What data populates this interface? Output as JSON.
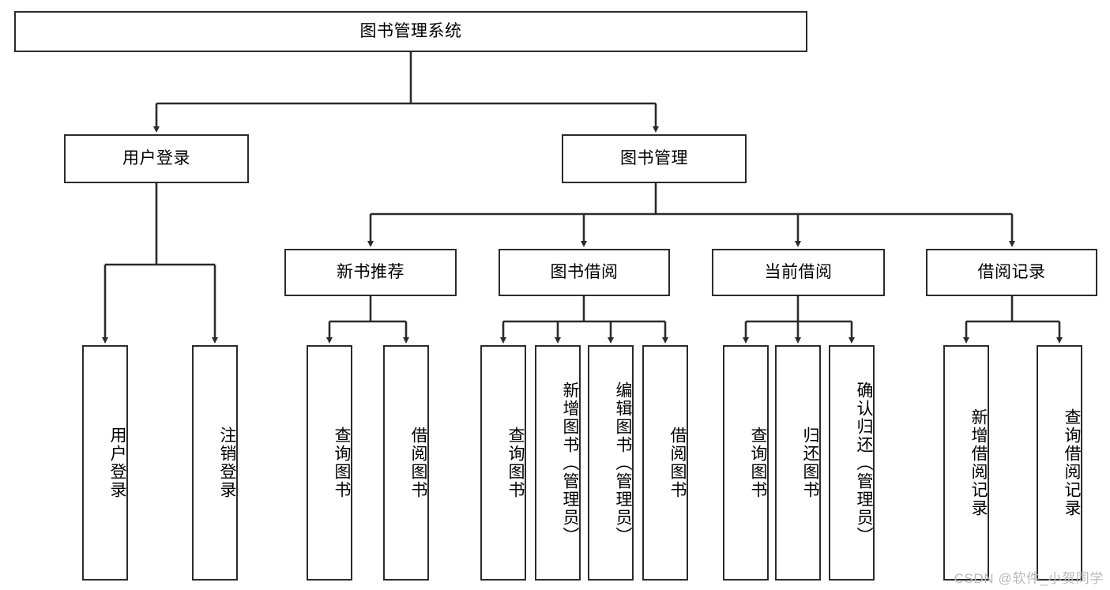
{
  "diagram": {
    "type": "tree",
    "title": "图书管理系统",
    "orientation": "top-down",
    "levels": 4,
    "nodes": {
      "root": {
        "label": "图书管理系统"
      },
      "level2": [
        {
          "id": "user-login",
          "label": "用户登录"
        },
        {
          "id": "book-management",
          "label": "图书管理"
        }
      ],
      "level3": [
        {
          "id": "new-book-recommend",
          "label": "新书推荐"
        },
        {
          "id": "book-borrow",
          "label": "图书借阅"
        },
        {
          "id": "current-borrow",
          "label": "当前借阅"
        },
        {
          "id": "borrow-record",
          "label": "借阅记录"
        }
      ],
      "leaves": {
        "user_login": [
          {
            "id": "leaf-user-login",
            "label": "用户登录"
          },
          {
            "id": "leaf-logout",
            "label": "注销登录"
          }
        ],
        "new_book_recommend": [
          {
            "id": "leaf-query-book-1",
            "label": "查询图书"
          },
          {
            "id": "leaf-borrow-book-1",
            "label": "借阅图书"
          }
        ],
        "book_borrow": [
          {
            "id": "leaf-query-book-2",
            "label": "查询图书"
          },
          {
            "id": "leaf-add-book",
            "label": "新增图书（管理员）"
          },
          {
            "id": "leaf-edit-book",
            "label": "编辑图书（管理员）"
          },
          {
            "id": "leaf-borrow-book-2",
            "label": "借阅图书"
          }
        ],
        "current_borrow": [
          {
            "id": "leaf-query-book-3",
            "label": "查询图书"
          },
          {
            "id": "leaf-return-book",
            "label": "归还图书"
          },
          {
            "id": "leaf-confirm-return",
            "label": "确认归还（管理员）"
          }
        ],
        "borrow_record": [
          {
            "id": "leaf-add-record",
            "label": "新增借阅记录"
          },
          {
            "id": "leaf-query-record",
            "label": "查询借阅记录"
          }
        ]
      }
    },
    "colors": {
      "border": "#2b2b2b",
      "fill": "#ffffff",
      "text": "#000000",
      "connector": "#2b2b2b",
      "watermark": "#b9b9b9"
    }
  },
  "watermark": {
    "text": "CSDN @软件_小贺同学"
  }
}
